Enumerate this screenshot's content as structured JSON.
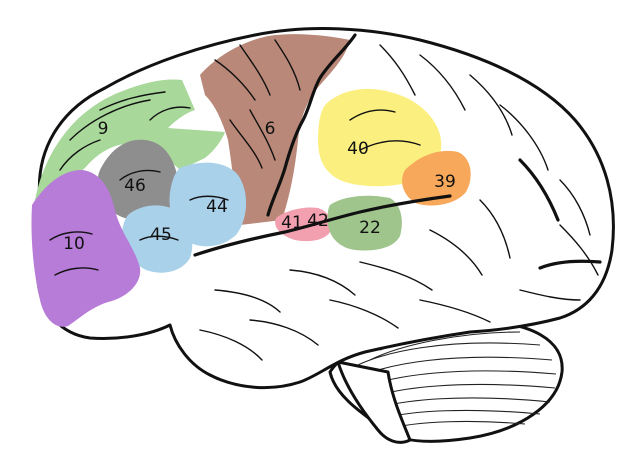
{
  "regions": [
    {
      "id": "area-9",
      "label": "9",
      "color": "#a8d89a"
    },
    {
      "id": "area-6",
      "label": "6",
      "color": "#b98878"
    },
    {
      "id": "area-40",
      "label": "40",
      "color": "#fbf07f"
    },
    {
      "id": "area-46",
      "label": "46",
      "color": "#8e8e8e"
    },
    {
      "id": "area-39",
      "label": "39",
      "color": "#f8a85a"
    },
    {
      "id": "area-44",
      "label": "44",
      "color": "#a9d1ea"
    },
    {
      "id": "area-10",
      "label": "10",
      "color": "#b77bd8"
    },
    {
      "id": "area-45",
      "label": "45",
      "color": "#a9d1ea"
    },
    {
      "id": "area-41",
      "label": "41",
      "color": "#f2a0b0"
    },
    {
      "id": "area-42",
      "label": "42",
      "color": "#f2a0b0"
    },
    {
      "id": "area-22",
      "label": "22",
      "color": "#9fc48c"
    }
  ],
  "outline_color": "#111111",
  "background": "#ffffff"
}
